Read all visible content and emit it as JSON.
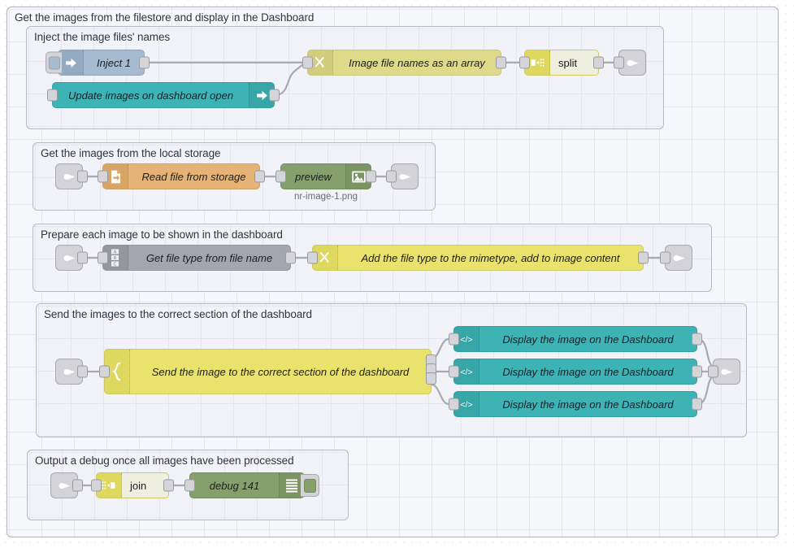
{
  "canvas": {
    "title": "Node-RED flow editor canvas"
  },
  "groups": [
    {
      "name": "outer-group",
      "label": "Get the images from the filestore and display in the Dashboard"
    },
    {
      "name": "group-inject",
      "label": "Inject the image files' names"
    },
    {
      "name": "group-storage",
      "label": "Get the images from the local storage"
    },
    {
      "name": "group-prepare",
      "label": "Prepare each image to be shown in the dashboard"
    },
    {
      "name": "group-send",
      "label": "Send the images to the correct section of the dashboard"
    },
    {
      "name": "group-debug",
      "label": "Output a debug once all images have been processed"
    }
  ],
  "nodes": {
    "inject": {
      "label": "Inject 1",
      "icon": "inject-arrow-icon",
      "type": "inject"
    },
    "dashboard_open": {
      "label": "Update images on dashboard open",
      "icon": "link-out-arrow-icon",
      "type": "ui-event"
    },
    "image_names": {
      "label": "Image file names as an array",
      "icon": "function-icon",
      "type": "function"
    },
    "split": {
      "label": "split",
      "icon": "split-icon",
      "type": "split"
    },
    "link_out_1": {
      "label": "",
      "icon": "link-out-icon",
      "type": "link out"
    },
    "link_in_2": {
      "label": "",
      "icon": "link-in-icon",
      "type": "link in"
    },
    "read_file": {
      "label": "Read file from storage",
      "icon": "file-icon",
      "type": "file in"
    },
    "preview": {
      "label": "preview",
      "icon": "image-preview-icon",
      "type": "image",
      "sublabel": "nr-image-1.png"
    },
    "link_out_2": {
      "label": "",
      "icon": "link-out-icon",
      "type": "link out"
    },
    "link_in_3": {
      "label": "",
      "icon": "link-in-icon",
      "type": "link in"
    },
    "get_file_type": {
      "label": "Get file type from file name",
      "icon": "change-abc-icon",
      "type": "change"
    },
    "add_mimetype": {
      "label": "Add the file type to the mimetype, add to image content",
      "icon": "function-icon",
      "type": "function"
    },
    "link_out_3": {
      "label": "",
      "icon": "link-out-icon",
      "type": "link out"
    },
    "link_in_4": {
      "label": "",
      "icon": "link-in-icon",
      "type": "link in"
    },
    "switch": {
      "label": "Send the image to the correct section of the dashboard",
      "icon": "switch-icon",
      "type": "switch"
    },
    "display_1": {
      "label": "Display the image on the Dashboard",
      "icon": "code-template-icon",
      "type": "ui_template"
    },
    "display_2": {
      "label": "Display the image on the Dashboard",
      "icon": "code-template-icon",
      "type": "ui_template"
    },
    "display_3": {
      "label": "Display the image on the Dashboard",
      "icon": "code-template-icon",
      "type": "ui_template"
    },
    "link_out_4": {
      "label": "",
      "icon": "link-out-icon",
      "type": "link out"
    },
    "link_in_5": {
      "label": "",
      "icon": "link-in-icon",
      "type": "link in"
    },
    "join": {
      "label": "join",
      "icon": "join-icon",
      "type": "join"
    },
    "debug": {
      "label": "debug 141",
      "icon": "debug-lines-icon",
      "type": "debug"
    }
  },
  "colors": {
    "inject_node": "#a6bbcf",
    "function_node": "#dfd98a",
    "split_join_node": "#e9e36d",
    "file_node": "#e6b377",
    "image_node": "#86a06d",
    "change_node": "#a5a6ad",
    "ui_node": "#3eb3b5",
    "link_node": "#d3d3d8",
    "group_border": "#b3b3bf",
    "wire": "#a9a9af"
  }
}
